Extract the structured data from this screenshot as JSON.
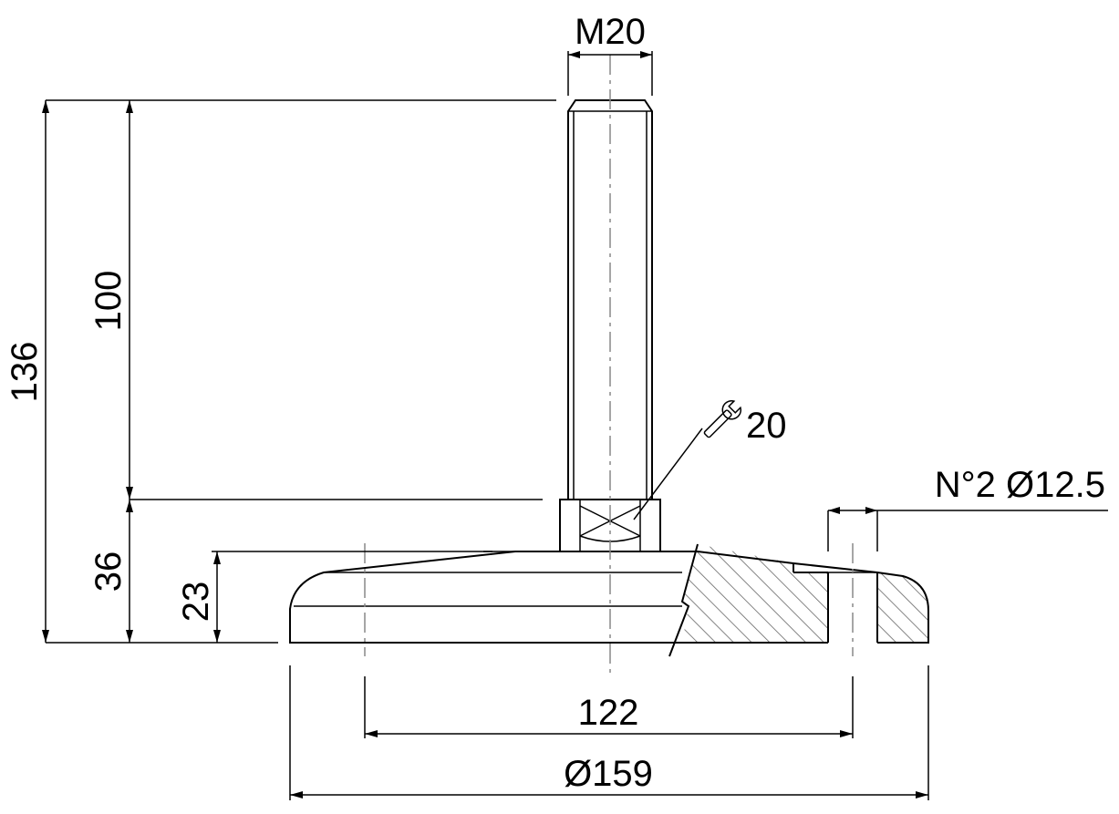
{
  "dimensions": {
    "thread": "M20",
    "total_height": "136",
    "stem_length": "100",
    "base_height": "36",
    "disc_height": "23",
    "wrench_size": "20",
    "holes": "N°2 Ø12.5",
    "hole_spacing": "122",
    "base_diameter": "Ø159"
  },
  "icons": {
    "wrench": "wrench-icon"
  },
  "colors": {
    "line": "#000000",
    "centerline": "#888888",
    "hatch": "#666666",
    "background": "#ffffff"
  }
}
